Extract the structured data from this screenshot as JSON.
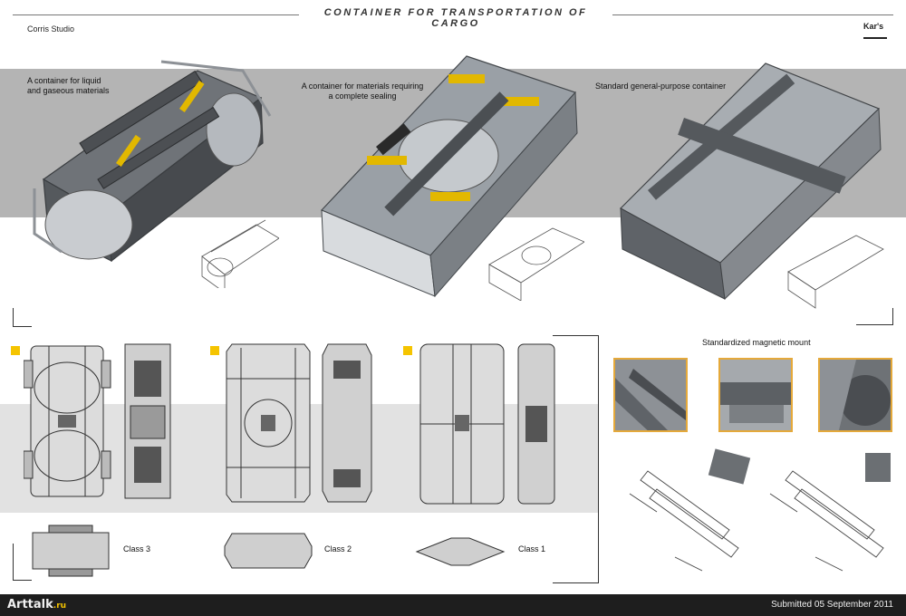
{
  "header": {
    "title": "Container for transportation of cargo",
    "studio": "Corris Studio",
    "logo_text": "Kar's"
  },
  "captions": {
    "liquid": [
      "A container for liquid",
      "and gaseous materials"
    ],
    "sealed": [
      "A container for materials requiring",
      "a complete sealing"
    ],
    "general": "Standard general-purpose container"
  },
  "classes": {
    "class3": "Class 3",
    "class2": "Class 2",
    "class1": "Class 1"
  },
  "mount": {
    "title": "Standardized magnetic mount"
  },
  "footer": {
    "site": "Arttalk",
    "site_tld": ".ru",
    "submitted": "Submitted 05 September 2011"
  },
  "colors": {
    "band": "#b4b4b4",
    "band_light": "#e2e2e2",
    "accent_yellow": "#f5c400",
    "detail_border": "#e5a93a",
    "footer_bg": "#1e1e1e"
  }
}
